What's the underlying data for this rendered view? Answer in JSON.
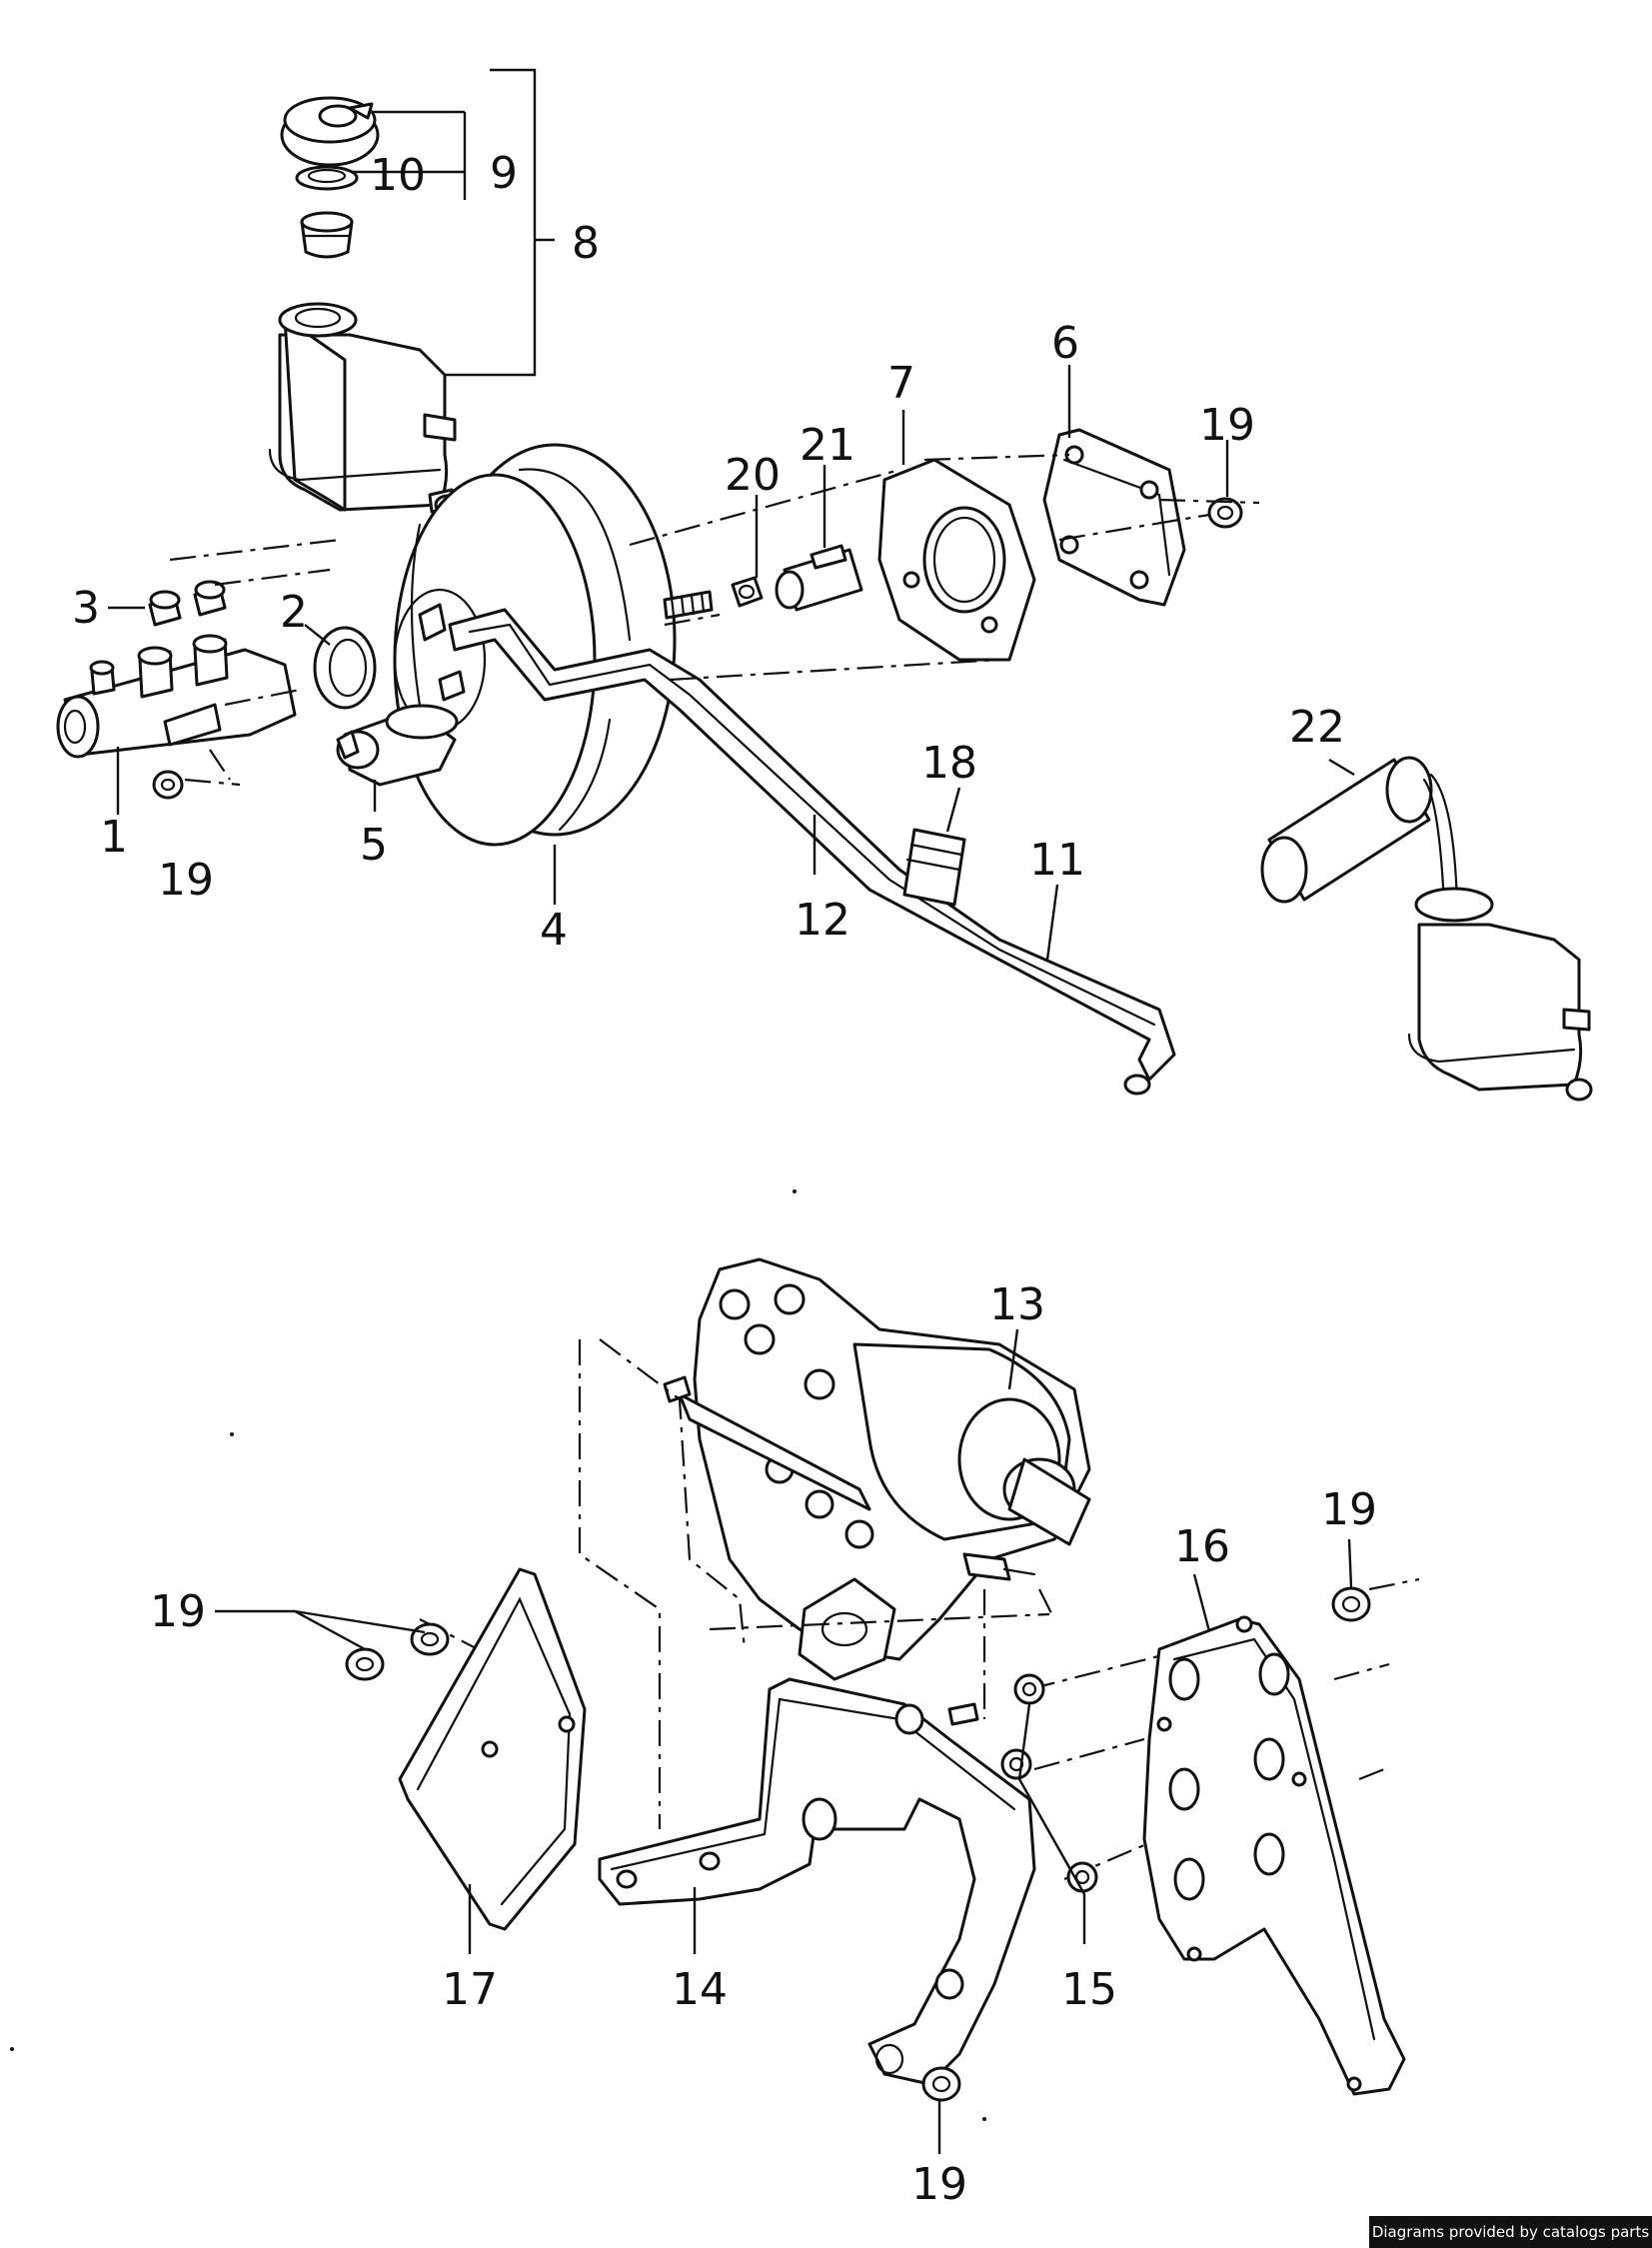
{
  "callouts": [
    {
      "id": "c1",
      "text": "1"
    },
    {
      "id": "c2",
      "text": "2"
    },
    {
      "id": "c3",
      "text": "3"
    },
    {
      "id": "c4",
      "text": "4"
    },
    {
      "id": "c5",
      "text": "5"
    },
    {
      "id": "c6",
      "text": "6"
    },
    {
      "id": "c7",
      "text": "7"
    },
    {
      "id": "c8",
      "text": "8"
    },
    {
      "id": "c9",
      "text": "9"
    },
    {
      "id": "c10",
      "text": "10"
    },
    {
      "id": "c11",
      "text": "11"
    },
    {
      "id": "c12",
      "text": "12"
    },
    {
      "id": "c13",
      "text": "13"
    },
    {
      "id": "c14",
      "text": "14"
    },
    {
      "id": "c15",
      "text": "15"
    },
    {
      "id": "c16",
      "text": "16"
    },
    {
      "id": "c17",
      "text": "17"
    },
    {
      "id": "c18",
      "text": "18"
    },
    {
      "id": "c19a",
      "text": "19"
    },
    {
      "id": "c19b",
      "text": "19"
    },
    {
      "id": "c19c",
      "text": "19"
    },
    {
      "id": "c19d",
      "text": "19"
    },
    {
      "id": "c19e",
      "text": "19"
    },
    {
      "id": "c20",
      "text": "20"
    },
    {
      "id": "c21",
      "text": "21"
    },
    {
      "id": "c22",
      "text": "22"
    }
  ],
  "credit": "Diagrams provided by catalogs parts"
}
